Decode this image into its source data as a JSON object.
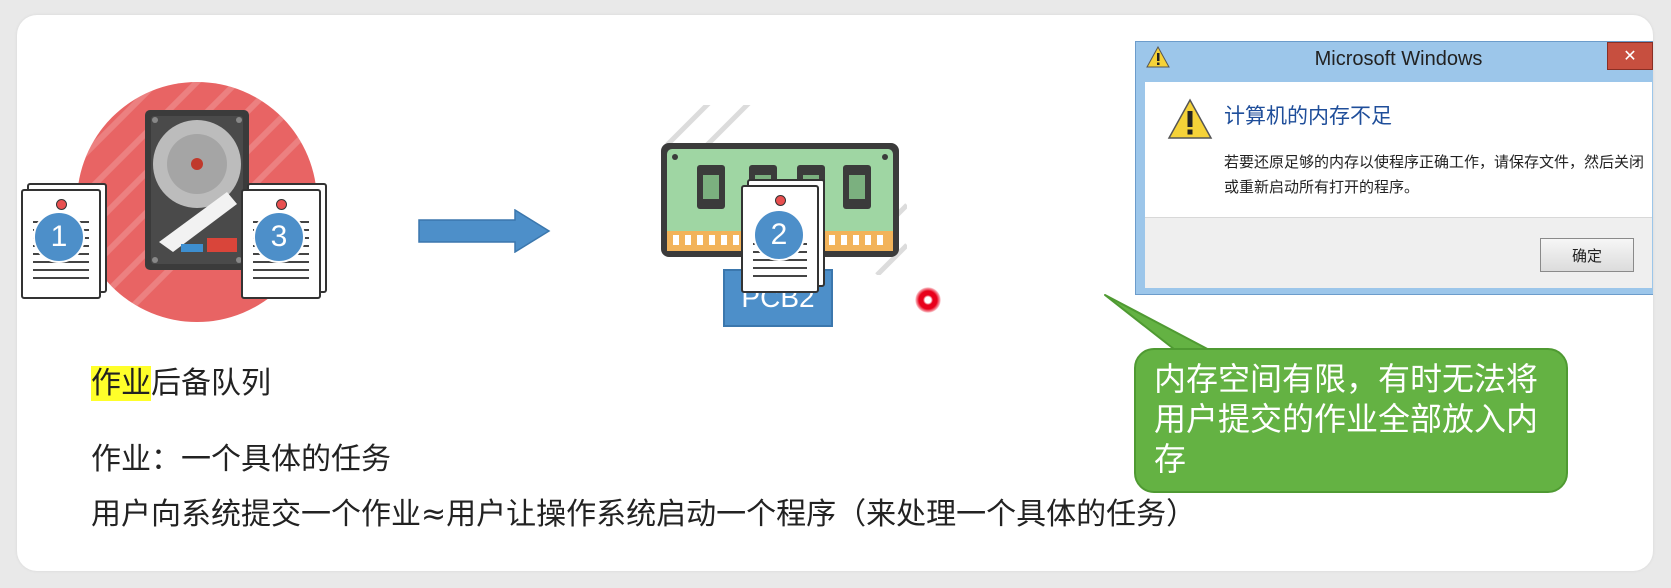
{
  "left_figure": {
    "doc1_number": "1",
    "doc3_number": "3"
  },
  "memory_figure": {
    "doc2_number": "2",
    "pcb_label": "PCB2"
  },
  "dialog": {
    "title": "Microsoft Windows",
    "close_glyph": "✕",
    "heading": "计算机的内存不足",
    "message": "若要还原足够的内存以使程序正确工作，请保存文件，然后关闭或重新启动所有打开的程序。",
    "ok_button": "确定",
    "icon": "warning-icon"
  },
  "callout": {
    "text": "内存空间有限，有时无法将用户提交的作业全部放入内存"
  },
  "captions": {
    "queue_highlight": "作业",
    "queue_rest": "后备队列",
    "definition": "作业：一个具体的任务",
    "equivalence": "用户向系统提交一个作业≈用户让操作系统启动一个程序（来处理一个具体的任务）"
  },
  "colors": {
    "highlight": "#ffff2a",
    "callout_green": "#64b243",
    "arrow_blue": "#4d8fc9",
    "disk_circle": "#e86464",
    "memory_green": "#9fd6a3",
    "laser_dot": "#e8001a"
  }
}
